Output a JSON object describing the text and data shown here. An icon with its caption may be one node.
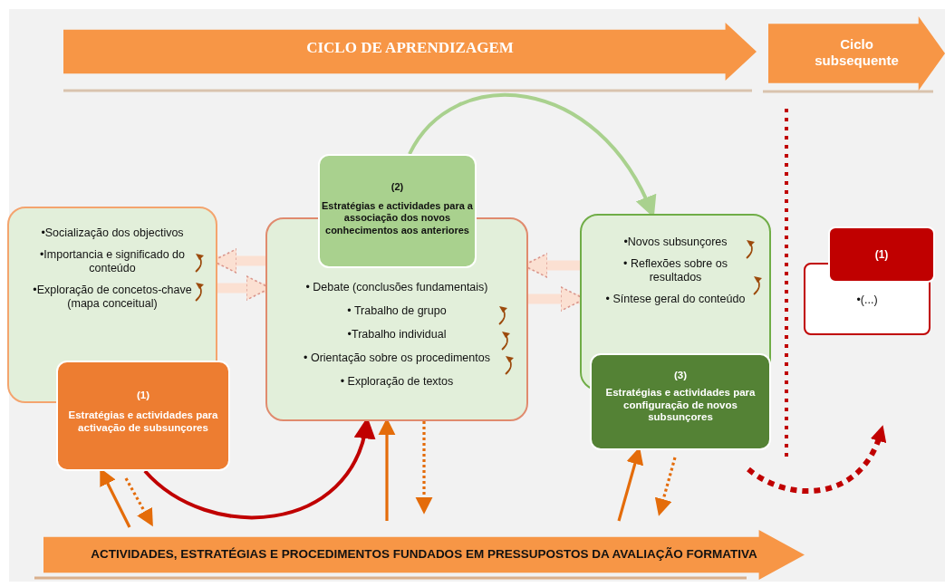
{
  "diagram": {
    "nodes": [
      {
        "text": [
          "CICLO DE APRENDIZAGEM"
        ]
      },
      {
        "text": [
          "Ciclo subsequente"
        ]
      },
      {
        "text": [
          "•Socialização dos objectivos",
          "•Importancia e significado do conteúdo",
          "•Exploração de concetos-chave (mapa conceitual)"
        ]
      },
      {
        "text": [
          "(1)",
          "Estratégias e actividades para activação de subsunçores"
        ]
      },
      {
        "text": [
          "• Debate (conclusões fundamentais)",
          "• Trabalho de grupo",
          "•Trabalho individual",
          "• Orientação sobre os procedimentos",
          "• Exploração de textos"
        ]
      },
      {
        "text": [
          "(2)",
          "Estratégias e actividades para a associação dos novos conhecimentos aos anteriores"
        ]
      },
      {
        "text": [
          "•Novos subsunçores",
          "• Reflexões sobre os resultados",
          "• Síntese geral do conteúdo"
        ]
      },
      {
        "text": [
          "(3)",
          "Estratégias e actividades para configuração de novos subsunçores"
        ]
      },
      {
        "text": [
          "•(...)"
        ]
      },
      {
        "text": [
          "(1)"
        ]
      },
      {
        "text": [
          "ACTIVIDADES, ESTRATÉGIAS E PROCEDIMENTOS FUNDADOS EM PRESSUPOSTOS DA AVALIAÇÃO  FORMATIVA"
        ]
      }
    ],
    "edges": [
      {
        "from": 4,
        "to": 2,
        "arrow": "to",
        "style": "thick",
        "color": "#fbe0d2"
      },
      {
        "from": 2,
        "to": 4,
        "arrow": "to",
        "style": "thick",
        "color": "#fbe0d2"
      },
      {
        "from": 6,
        "to": 4,
        "arrow": "to",
        "style": "thick",
        "color": "#fbe0d2"
      },
      {
        "from": 4,
        "to": 6,
        "arrow": "to",
        "style": "thick",
        "color": "#fbe0d2"
      },
      {
        "from": 5,
        "to": 6,
        "arrow": "to",
        "color": "#a9d18e"
      },
      {
        "from": 3,
        "to": 4,
        "arrow": "to",
        "color": "#c00000"
      },
      {
        "from": 10,
        "to": 3,
        "arrow": "to"
      },
      {
        "from": 3,
        "to": 10,
        "arrow": "to",
        "style": "dashed"
      },
      {
        "from": 10,
        "to": 4,
        "arrow": "to"
      },
      {
        "from": 4,
        "to": 10,
        "arrow": "to",
        "style": "dashed"
      },
      {
        "from": 10,
        "to": 7,
        "arrow": "to"
      },
      {
        "from": 7,
        "to": 10,
        "arrow": "to",
        "style": "dashed"
      }
    ]
  }
}
